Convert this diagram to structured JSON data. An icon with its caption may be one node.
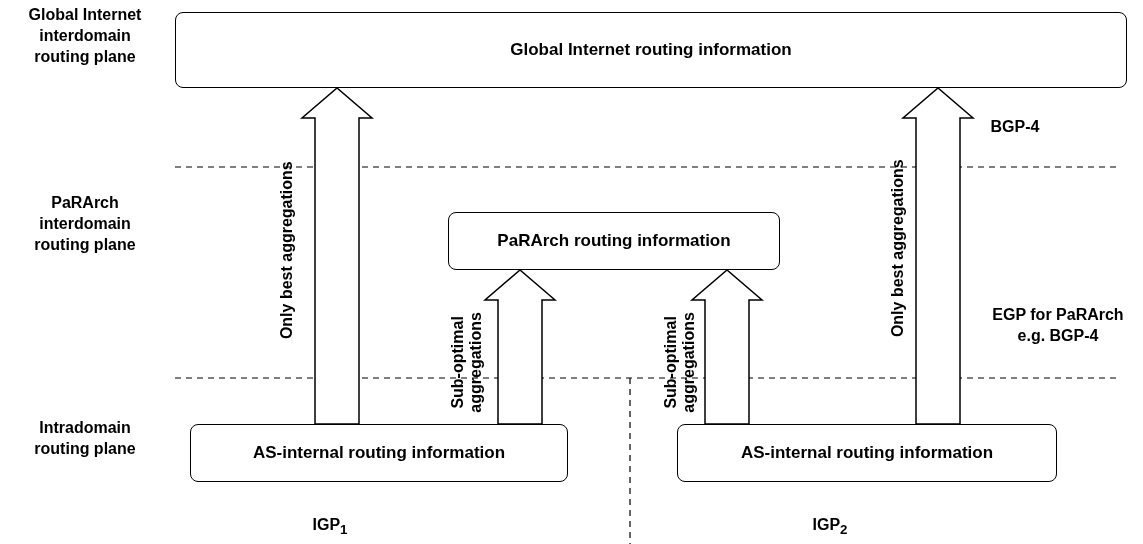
{
  "diagram": {
    "nodes": [
      {
        "text": [
          "Global Internet routing information"
        ]
      },
      {
        "text": [
          "PaRArch routing information"
        ]
      },
      {
        "text": [
          "AS-internal routing information"
        ]
      },
      {
        "text": [
          "AS-internal routing information"
        ]
      }
    ],
    "edges": [
      {
        "from": 2,
        "to": 0,
        "arrow": "to",
        "label": "Only best aggregations"
      },
      {
        "from": 2,
        "to": 1,
        "arrow": "to",
        "label": "Sub-optimal aggregations"
      },
      {
        "from": 3,
        "to": 1,
        "arrow": "to",
        "label": "Sub-optimal aggregations"
      },
      {
        "from": 3,
        "to": 0,
        "arrow": "to",
        "label": "Only best aggregations"
      }
    ],
    "labels": [
      "Global Internet interdomain routing plane",
      "BGP-4",
      "PaRArch interdomain routing plane",
      "EGP for PaRArch e.g. BGP-4",
      "Intradomain routing plane",
      "IGP$_{1}$",
      "IGP$_{2}$"
    ]
  }
}
